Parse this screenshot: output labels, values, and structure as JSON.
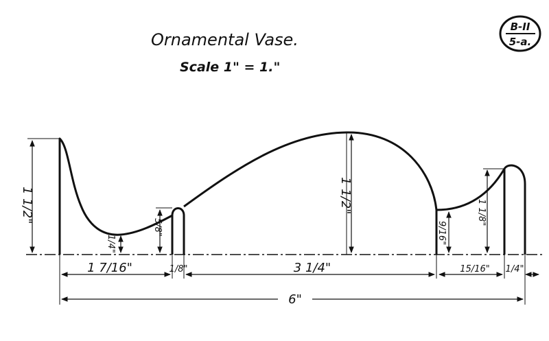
{
  "drawing": {
    "title": "Ornamental Vase.",
    "scale": "Scale 1\" = 1.\"",
    "sheet_id_top": "B-II",
    "sheet_id_bottom": "5-a."
  },
  "dimensions": {
    "overall_width": "6\"",
    "left_height": "1 1/2\"",
    "dip_height": "1/4\"",
    "bead_left_height": "5/8\"",
    "crown_height": "1 1/2\"",
    "right_step_height": "9/16\"",
    "right_bowl_height": "1 1/8\"",
    "seg_1": "1 7/16\"",
    "seg_2": "1/8\"",
    "seg_3": "3 1/4\"",
    "seg_4": "15/16\"",
    "seg_5": "1/4\""
  }
}
